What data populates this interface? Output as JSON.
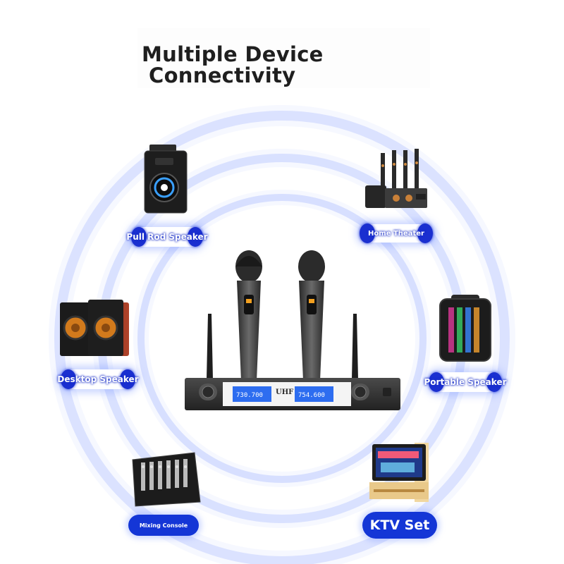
{
  "title": {
    "line1": "Multiple Device",
    "line2": "Connectivity"
  },
  "devices": {
    "pull_rod_speaker": "Pull Rod Speaker",
    "home_theater": "Home Theater",
    "desktop_speaker": "Desktop Speaker",
    "portable_speaker": "Portable Speaker",
    "mixing_console": "Mixing Console",
    "ktv_set": "KTV Set"
  },
  "receiver": {
    "band": "UHF",
    "freq_a": "730.700",
    "freq_b": "754.600"
  },
  "colors": {
    "ring": "#b8c8ff",
    "accent": "#1436d6",
    "metal": "#3a3a3a"
  }
}
